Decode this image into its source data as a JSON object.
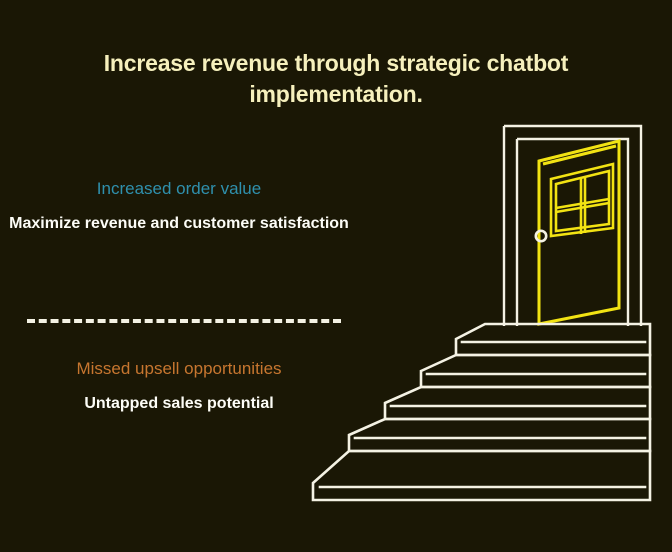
{
  "slide": {
    "background_color": "#1a1705",
    "title": "Increase revenue through strategic chatbot implementation."
  },
  "blocks": [
    {
      "id": "increased-order-value",
      "heading": "Increased order value",
      "heading_color": "#2f90ad",
      "body": "Maximize revenue and customer satisfaction",
      "body_color": "#fdfdf7"
    },
    {
      "id": "missed-upsell-opportunities",
      "heading": "Missed upsell opportunities",
      "heading_color": "#c7762f",
      "body": "Untapped sales potential",
      "body_color": "#fdfdf7"
    }
  ],
  "divider": {
    "style": "dashed",
    "color": "#f4f2e4"
  },
  "illustration": {
    "name": "open-door-at-top-of-stairs",
    "door_color": "#f2e313",
    "frame_color": "#f4f2e4",
    "stairs_color": "#f4f2e4",
    "knob": "door-knob",
    "step_count": 5
  }
}
